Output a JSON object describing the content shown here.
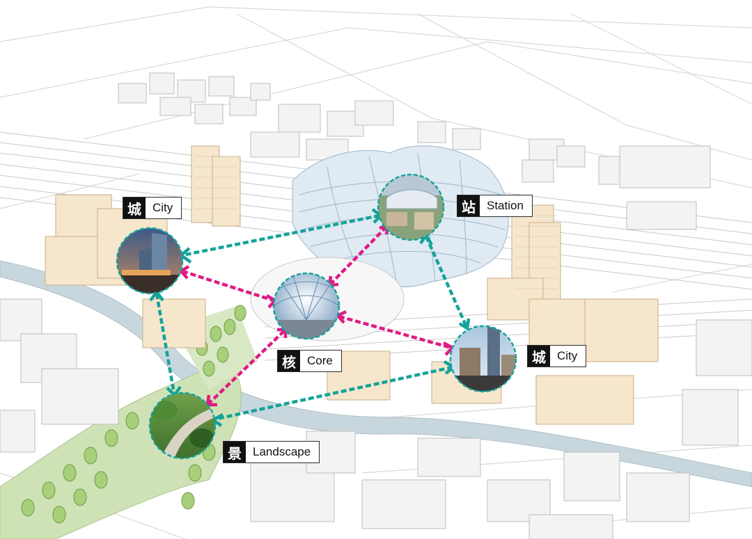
{
  "colors": {
    "teal_arrow": "#14a39a",
    "magenta_arrow": "#e01a84",
    "highlight_building": "#f5e6cc",
    "plain_building": "#f3f3f3",
    "green_space": "#cfe2b6",
    "river": "#c8d7dd",
    "station_roof": "#dfeaf3"
  },
  "nodes": {
    "city_left": {
      "glyph": "城",
      "label": "City",
      "icon": "city-tower-photo"
    },
    "station": {
      "glyph": "站",
      "label": "Station",
      "icon": "station-aerial-photo"
    },
    "core": {
      "glyph": "核",
      "label": "Core",
      "icon": "atrium-interior-photo"
    },
    "city_right": {
      "glyph": "城",
      "label": "City",
      "icon": "city-street-photo"
    },
    "landscape": {
      "glyph": "景",
      "label": "Landscape",
      "icon": "landscape-park-photo"
    }
  },
  "links": [
    {
      "from": "station",
      "to": "city_left",
      "style": "teal"
    },
    {
      "from": "station",
      "to": "city_right",
      "style": "teal"
    },
    {
      "from": "city_left",
      "to": "landscape",
      "style": "teal"
    },
    {
      "from": "city_right",
      "to": "landscape",
      "style": "teal"
    },
    {
      "from": "station",
      "to": "core",
      "style": "magenta"
    },
    {
      "from": "city_left",
      "to": "core",
      "style": "magenta"
    },
    {
      "from": "core",
      "to": "city_right",
      "style": "magenta"
    },
    {
      "from": "core",
      "to": "landscape",
      "style": "magenta"
    }
  ]
}
